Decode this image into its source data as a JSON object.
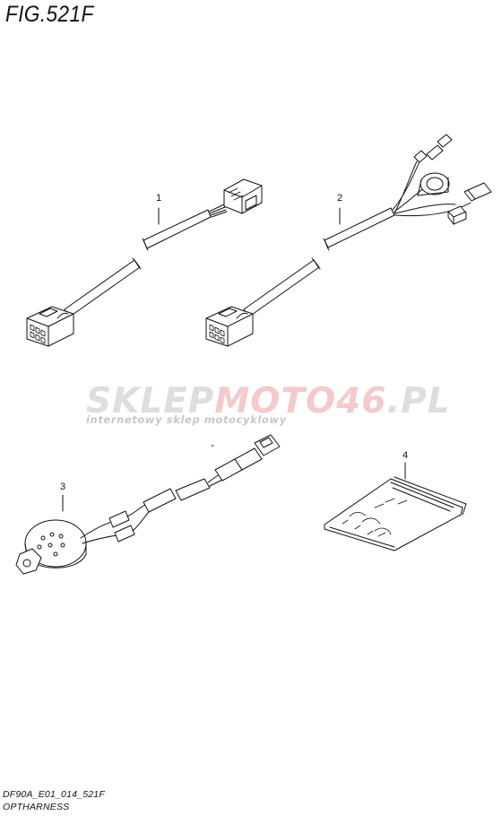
{
  "figure": {
    "title": "FIG.521F"
  },
  "callouts": [
    "1",
    "2",
    "3",
    "4"
  ],
  "watermark": {
    "part_a": "SKLEP",
    "part_b": "MOTO46",
    "part_c": ".PL",
    "tagline": "internetowy sklep motocyklowy",
    "colors": {
      "accent": "#d8464b",
      "gray": "#8a8a8a"
    }
  },
  "footer": {
    "code": "DF90A_E01_014_521F",
    "name": "OPTHARNESS"
  }
}
